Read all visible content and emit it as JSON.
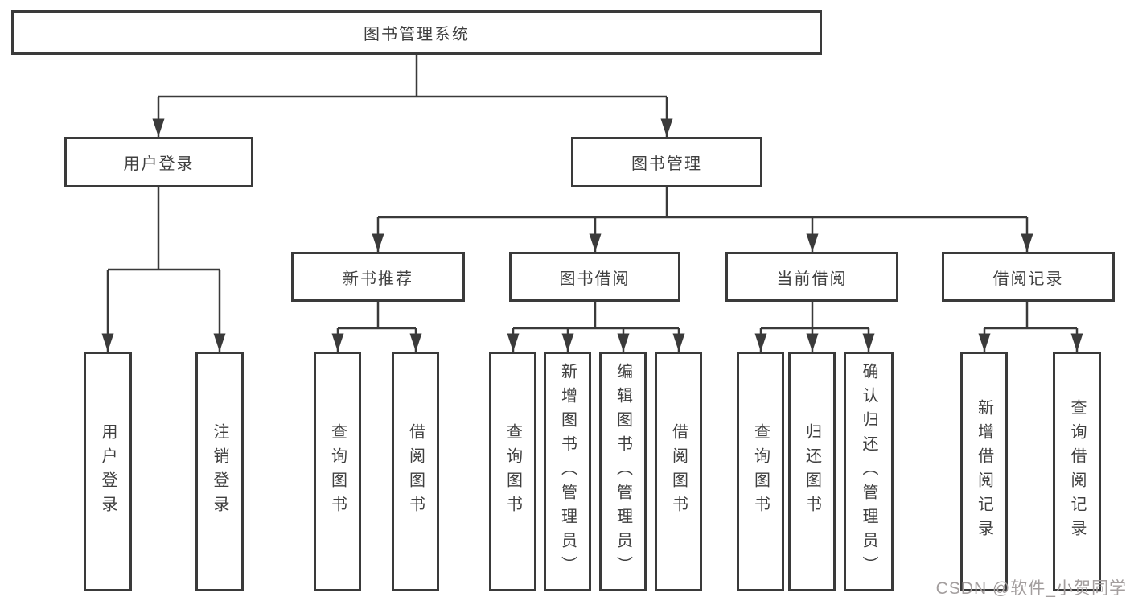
{
  "watermark": "CSDN @软件_小贺同学",
  "colors": {
    "line": "#3a3a3a",
    "box_border": "#3a3a3a",
    "text": "#404040",
    "watermark": "#a39e9e",
    "background": "#ffffff"
  },
  "tree": {
    "label": "图书管理系统",
    "children": [
      {
        "label": "用户登录",
        "children": [
          {
            "label": "用户登录"
          },
          {
            "label": "注销登录"
          }
        ]
      },
      {
        "label": "图书管理",
        "children": [
          {
            "label": "新书推荐",
            "children": [
              {
                "label": "查询图书"
              },
              {
                "label": "借阅图书"
              }
            ]
          },
          {
            "label": "图书借阅",
            "children": [
              {
                "label": "查询图书"
              },
              {
                "label": "新增图书（管理员）"
              },
              {
                "label": "编辑图书（管理员）"
              },
              {
                "label": "借阅图书"
              }
            ]
          },
          {
            "label": "当前借阅",
            "children": [
              {
                "label": "查询图书"
              },
              {
                "label": "归还图书"
              },
              {
                "label": "确认归还（管理员）"
              }
            ]
          },
          {
            "label": "借阅记录",
            "children": [
              {
                "label": "新增借阅记录"
              },
              {
                "label": "查询借阅记录"
              }
            ]
          }
        ]
      }
    ]
  }
}
